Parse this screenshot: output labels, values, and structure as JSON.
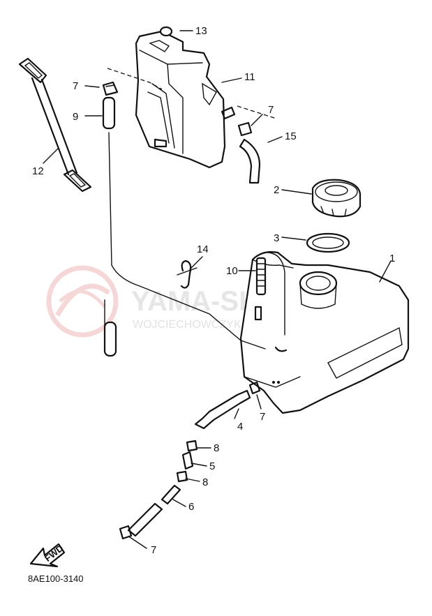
{
  "callouts": {
    "c1": "1",
    "c2": "2",
    "c3": "3",
    "c4": "4",
    "c5": "5",
    "c6": "6",
    "c7a": "7",
    "c7b": "7",
    "c7c": "7",
    "c7d": "7",
    "c8a": "8",
    "c8b": "8",
    "c9": "9",
    "c10": "10",
    "c11": "11",
    "c12": "12",
    "c13": "13",
    "c14": "14",
    "c15": "15"
  },
  "fwd_label": "FWD",
  "diagram_code": "8AE100-3140",
  "watermark": {
    "title": "YAMA-SKLEP.PL",
    "subtitle": "WOJCIECHOWCZYK DEALER YAMAHA",
    "color": "#e6e6e6",
    "logo_color": "#f2c6c6"
  }
}
